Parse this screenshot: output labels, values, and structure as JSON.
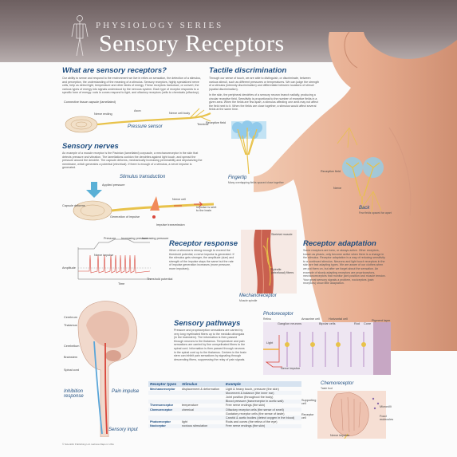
{
  "header": {
    "series": "PHYSIOLOGY SERIES",
    "title": "Sensory Receptors"
  },
  "sections": {
    "what": {
      "heading": "What are sensory receptors?",
      "body": "Our ability to sense and respond to the environment we live in relies on sensation, the detection of a stimulus, and perception, the understanding of the meaning of a stimulus. Sensory receptors, highly specialized nerve cells, help us detect light, temperature and other kinds of energy. These receptors transduce, or convert, the various types of energy into signals understood by the nervous system. Each type of receptor responds to a specific form of energy: rods in cones respond to light, and olfactory receptors (cells to chemicals (olfactory)."
    },
    "tactile": {
      "heading": "Tactile discrimination",
      "body1": "Through our sense of touch, we are able to distinguish, or discriminate, between various stimuli, such as different pressures or temperatures. We can judge the strength of a stimulus (intensity discrimination) and differentiate between locations of stimuli (spatial discrimination).",
      "body2": "In the skin, the peripheral dendrites of a sensory neuron branch radially, producing a circular receptive field. Sensitivity is proportional to the number of receptive fields in a given area. When the fields are few apart, a stimulus affecting one area may not affect the field next to it. When the fields are close together, a stimulus would affect several fields at the same time."
    },
    "nerves": {
      "heading": "Sensory nerves",
      "body": "An example of a muscle receptor is the Pacinian (lamellated) corpuscle, a mechanoreceptor in the skin that detects pressure and vibration. The lamellations cushion the dendrites against light touch, and spread the pressure around the dendrite. The capsule deforms, mechanically increasing permeability and depolarizing the membrane, which generates a potential (electrical). If there is enough of a stimulus, a nerve impulse is generated."
    },
    "response": {
      "heading": "Receptor response",
      "body": "When a stimulus is strong enough to exceed the threshold potential, a nerve impulse is generated. If the stimulus gets stronger, the amplitude (size) and strength of the impulse stays the same but the rate of impulse generation increases (more pressure, more impulses)."
    },
    "adaptation": {
      "heading": "Receptor adaptation",
      "body": "Some receptors are tonic, or always active. Other receptors, known as phasic, only become active when there is a change in the stimulus. Receptor adaptation is a way of reducing sensitivity to a continued stimulus. Neurons and light touch receptors in the skin are fast adapting types. We are aware of our clothes when we put them on, but after we forget about the sensation. An example of slowly adapting receptors are proprioceptors, mechanoreceptors that monitor joint position and muscle tension. Your great sensory signals a problem, nociceptors (pain receptors) show little adaptation."
    },
    "pathways": {
      "heading": "Sensory pathways",
      "body": "Pressure and proprioception sensations are carried by very long myelinated fibers up to the medulla oblongata (in the brainstem). The information is then passed through neurons to the thalamus. Temperature and pain sensations are carried by fine unmyelinated fibers to the spinal cord. Information is then passed through neurons in the spinal cord up to the thalamus. Centers in the brain stem can inhibit pain sensations by signaling through descending fibers, suppressing the relay of pain signals."
    }
  },
  "labels": {
    "pressure_sensor": "Pressure sensor",
    "stimulus_transduction": "Stimulus transduction",
    "applied_pressure": "Applied pressure",
    "capsule_deforms": "Capsule deforms",
    "generation_impulse": "Generation of impulse",
    "impulse_transmission": "Impulse transmission",
    "impulse_sent": "Impulse is sent to the brain",
    "nerve_cell": "Nerve cell",
    "amplitude": "Amplitude",
    "time": "Time",
    "threshold": "Threshold potential",
    "pressure": "Pressure",
    "increasing1": "Increasing pressure",
    "increasing2": "Increasing pressure",
    "nerve_impulse": "Nerve impulse",
    "fingertip": "Fingertip",
    "fingertip_sub": "Many overlapping fields spaced close together",
    "back": "Back",
    "back_sub": "Few fields spaced far apart",
    "receptive_field": "Receptive field",
    "nerve": "Nerve",
    "mechanoreceptor": "Mechanoreceptor",
    "mechano_sub": "Muscle spindle",
    "skeletal_muscle": "Skeletal muscle",
    "spindle_fibers": "Spindle (intrafusal) fibers",
    "photoreceptor": "Photoreceptor",
    "retina": "Retina",
    "light": "Light",
    "nerve_impulse2": "Nerve impulse",
    "rod": "Rod",
    "cone": "Cone",
    "pigment_layer": "Pigment layer",
    "bipolar_cells": "Bipolar cells",
    "ganglion_neurons": "Ganglion neurons",
    "amacrine": "Amacrine cell",
    "horizontal": "Horizontal cell",
    "chemoreceptor": "Chemoreceptor",
    "taste_bud": "Taste bud",
    "microvilli": "Microvilli",
    "food_molecules": "Food molecules",
    "supporting_cell": "Supporting cell",
    "receptor_cell": "Receptor cell",
    "nerve_impulse3": "Nerve impulse",
    "pain_impulse": "Pain impulse",
    "inhibition": "Inhibition response",
    "sensory_input": "Sensory input",
    "cerebrum": "Cerebrum",
    "thalamus": "Thalamus",
    "cerebellum": "Cerebellum",
    "brainstem": "Brainstem",
    "spinal_cord": "Spinal cord",
    "connective": "Connective tissue capsule (lamellated)",
    "nerve_ending": "Nerve ending",
    "axon": "Axon",
    "nerve_cell_body": "Nerve cell body",
    "terminal": "Terminal"
  },
  "table": {
    "headers": [
      "Receptor types",
      "Stimulus",
      "Example"
    ],
    "rows": [
      [
        "Mechanoreceptor",
        "displacement & deformation",
        "Light & heavy touch, pressure (the skin)"
      ],
      [
        "",
        "",
        "Movement & balance (the inner ear)"
      ],
      [
        "",
        "",
        "Joint position (throughout the body)"
      ],
      [
        "",
        "",
        "Blood pressure (baroreceptor in aortic wall)"
      ],
      [
        "Thermoreceptor",
        "temperature",
        "Free nerve endings (the skin)"
      ],
      [
        "Chemoreceptor",
        "chemical",
        "Olfactory receptor cells (the sense of smell)"
      ],
      [
        "",
        "",
        "Gustatory receptor cells (the sense of taste)"
      ],
      [
        "",
        "",
        "Carotid & aortic bodies (detect oxygen in the blood)"
      ],
      [
        "Photoreceptor",
        "light",
        "Rods and cones (the retina of the eye)"
      ],
      [
        "Nociceptor",
        "noxious stimulation",
        "Free nerve endings (the skin)"
      ]
    ]
  },
  "footer": "© Scientific Publishing Ltd. Hebrew Raps in USA",
  "colors": {
    "header": "#8e8182",
    "heading": "#1f4e80",
    "nerve": "#e8c24a",
    "skin": "#e9b59a"
  }
}
